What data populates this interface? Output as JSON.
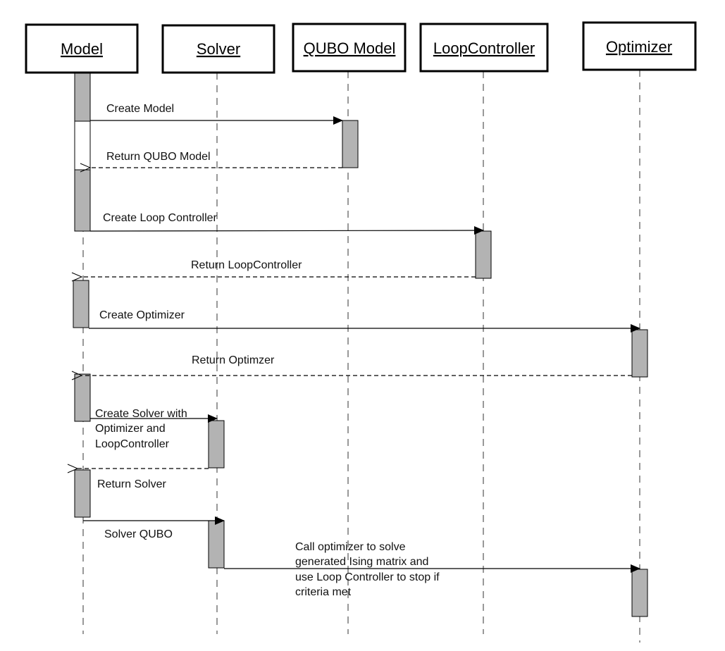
{
  "actors": [
    {
      "name": "Model"
    },
    {
      "name": "Solver"
    },
    {
      "name": "QUBO Model"
    },
    {
      "name": "LoopController"
    },
    {
      "name": "Optimizer"
    }
  ],
  "messages": [
    {
      "from": "Model",
      "to": "QUBO Model",
      "kind": "call",
      "label": "Create Model"
    },
    {
      "from": "QUBO Model",
      "to": "Model",
      "kind": "return",
      "label": "Return QUBO Model"
    },
    {
      "from": "Model",
      "to": "LoopController",
      "kind": "call",
      "label": "Create Loop Controller"
    },
    {
      "from": "LoopController",
      "to": "Model",
      "kind": "return",
      "label": "Return LoopController"
    },
    {
      "from": "Model",
      "to": "Optimizer",
      "kind": "call",
      "label": "Create Optimizer"
    },
    {
      "from": "Optimizer",
      "to": "Model",
      "kind": "return",
      "label": "Return Optimzer"
    },
    {
      "from": "Model",
      "to": "Solver",
      "kind": "call",
      "label": "Create Solver with Optimizer and LoopController",
      "lines": [
        "Create Solver with",
        "Optimizer and",
        "LoopController"
      ]
    },
    {
      "from": "Solver",
      "to": "Model",
      "kind": "return",
      "label": "Return Solver"
    },
    {
      "from": "Model",
      "to": "Solver",
      "kind": "call",
      "label": "Solver QUBO"
    },
    {
      "from": "Solver",
      "to": "Optimizer",
      "kind": "call",
      "label": "Call optimizer to solve generated Ising matrix and use Loop Controller to stop if criteria met",
      "lines": [
        "Call optimizer to solve",
        "generated Ising matrix and",
        "use Loop Controller to stop if",
        "criteria met"
      ]
    }
  ],
  "colors": {
    "activation_fill": "#b3b3b3",
    "line": "#000000",
    "lifeline": "#999999"
  }
}
